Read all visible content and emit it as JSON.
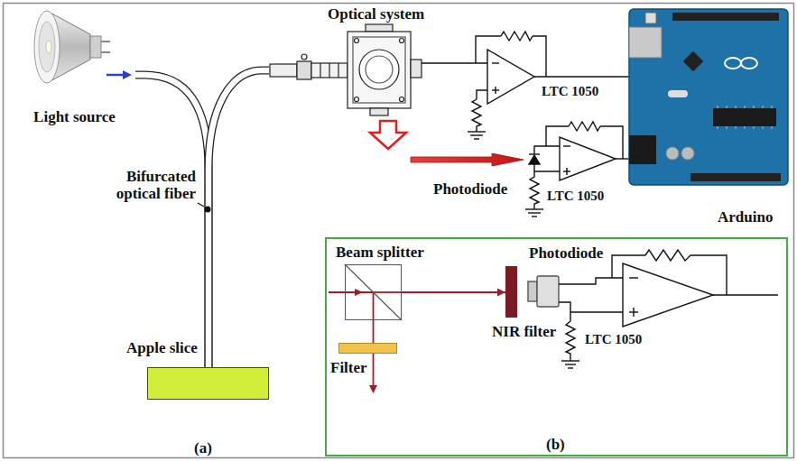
{
  "diagram": {
    "nodes": [
      {
        "text": [
          "Light source"
        ]
      },
      {
        "text": [
          "Optical system"
        ]
      },
      {
        "text": [
          "Arduino"
        ]
      },
      {
        "text": [
          "Apple slice"
        ]
      },
      {
        "text": [
          "(b)"
        ]
      },
      {
        "text": [
          "Beam splitter"
        ],
        "in": 4
      },
      {
        "text": [
          "NIR filter"
        ],
        "in": 4
      },
      {
        "text": [
          "Filter"
        ],
        "in": 4
      }
    ],
    "edges": [
      {
        "from": 0,
        "to": 3,
        "arrow": "none"
      },
      {
        "from": 1,
        "to": 3,
        "arrow": "none"
      },
      {
        "from": 5,
        "to": 6,
        "arrow": "to"
      },
      {
        "from": 5,
        "to": 7,
        "arrow": "none"
      }
    ],
    "labels": [
      "Bifurcated optical fiber",
      "LTC 1050",
      "Photodiode",
      "LTC 1050",
      "(a)",
      "Photodiode",
      "LTC 1050"
    ]
  }
}
